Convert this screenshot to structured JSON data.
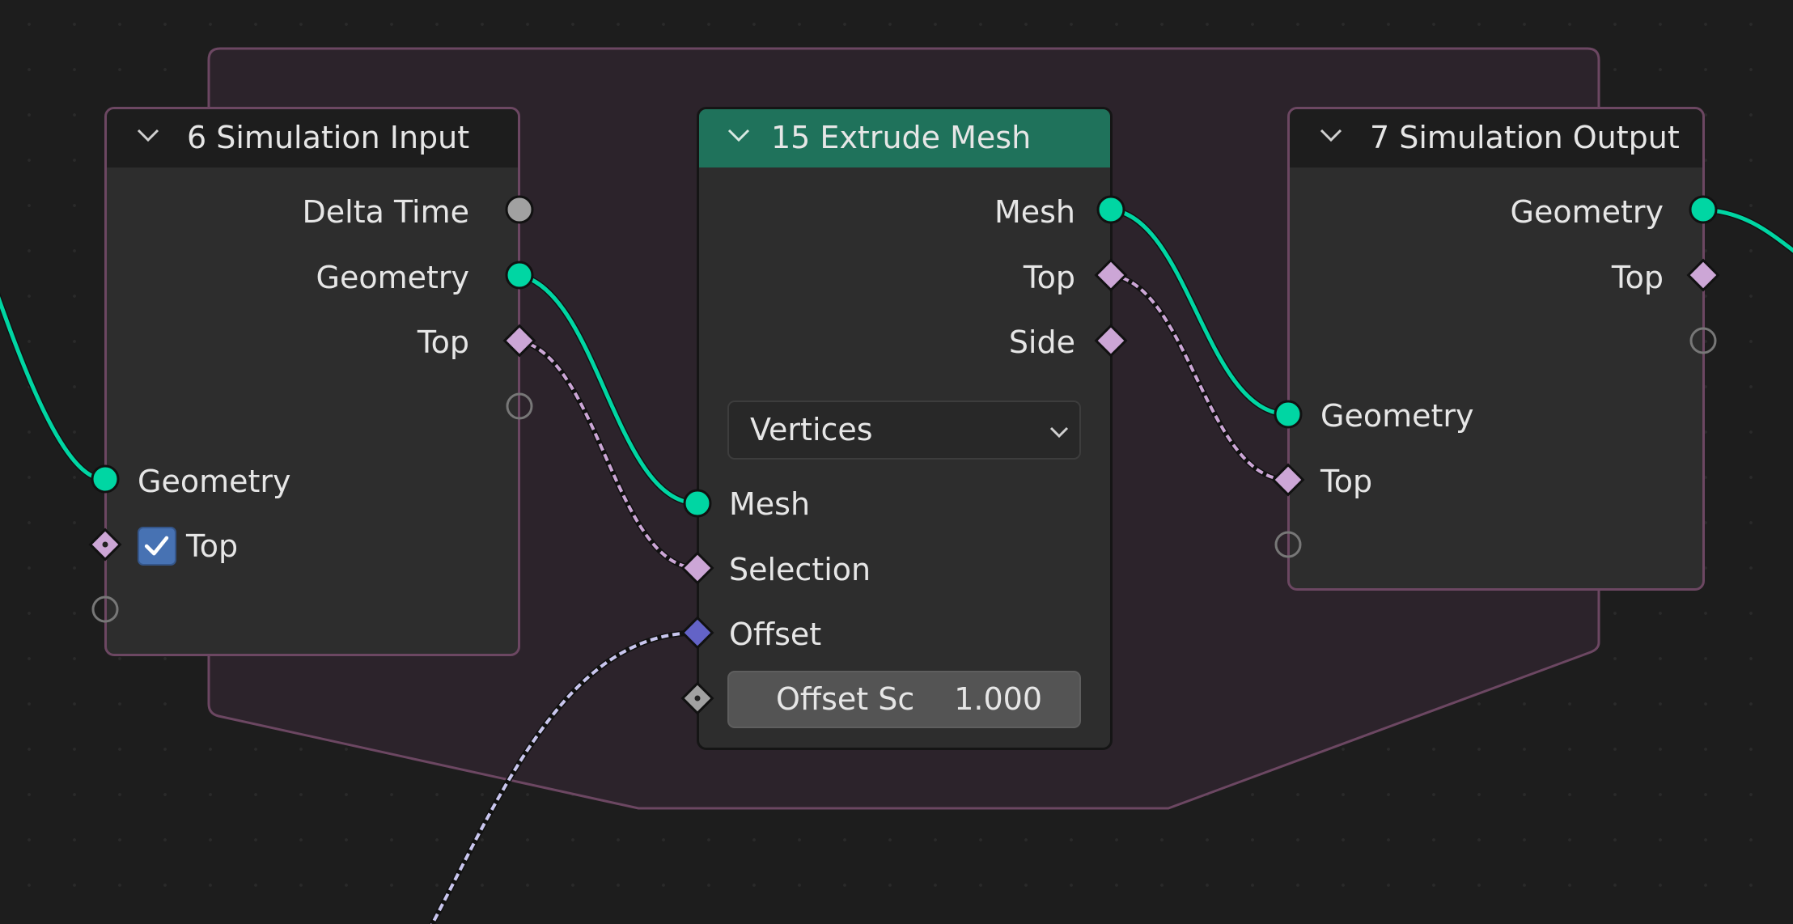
{
  "colors": {
    "geometry_socket": "#00d6a3",
    "float_socket": "#a1a1a1",
    "boolean_socket": "#cca6d6",
    "vector_socket": "#6363c7",
    "zone_border": "#6c4762",
    "zone_fill": "#2c232b",
    "header_green": "#1f725b",
    "checkbox_blue": "#4772b3"
  },
  "nodes": {
    "sim_input": {
      "title": "6 Simulation Input",
      "outputs": [
        "Delta Time",
        "Geometry",
        "Top"
      ],
      "inputs": [
        "Geometry",
        "Top"
      ],
      "top_checked": true
    },
    "extrude_mesh": {
      "title": "15 Extrude Mesh",
      "outputs": [
        "Mesh",
        "Top",
        "Side"
      ],
      "mode": "Vertices",
      "inputs": [
        "Mesh",
        "Selection",
        "Offset"
      ],
      "offset_scale_label": "Offset Sc",
      "offset_scale_value": "1.000"
    },
    "sim_output": {
      "title": "7 Simulation Output",
      "outputs": [
        "Geometry",
        "Top"
      ],
      "inputs": [
        "Geometry",
        "Top"
      ]
    }
  },
  "icons": {
    "collapse": "chevron-down-icon",
    "dropdown": "chevron-down-icon",
    "checkbox": "checkmark-icon"
  }
}
